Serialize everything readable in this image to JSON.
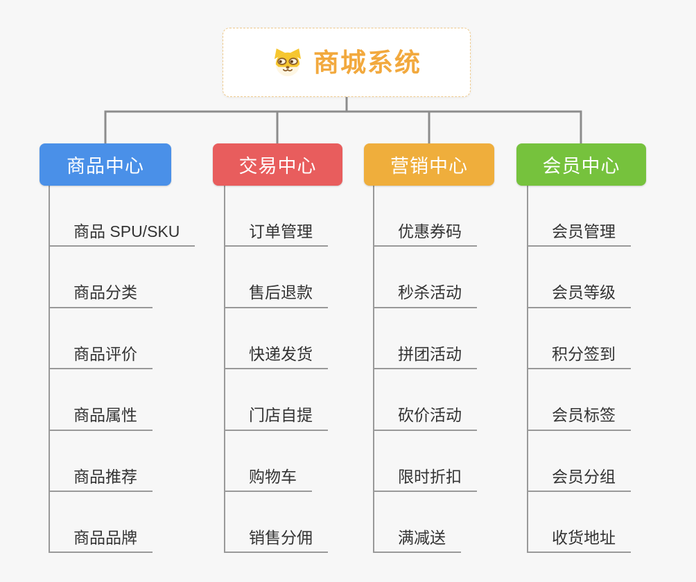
{
  "canvas": {
    "background": "#f7f7f7",
    "connector_color": "#8c8c8c",
    "underline_color": "#999999",
    "item_text_color": "#333333"
  },
  "root": {
    "title": "商城系统",
    "icon": "dog-face-icon",
    "title_color": "#f2a93e",
    "border_color": "#eec98b",
    "background": "#ffffff"
  },
  "branches": [
    {
      "label": "商品中心",
      "color": "#4a90e8",
      "children": [
        "商品 SPU/SKU",
        "商品分类",
        "商品评价",
        "商品属性",
        "商品推荐",
        "商品品牌"
      ]
    },
    {
      "label": "交易中心",
      "color": "#e85d5d",
      "children": [
        "订单管理",
        "售后退款",
        "快递发货",
        "门店自提",
        "购物车",
        "销售分佣"
      ]
    },
    {
      "label": "营销中心",
      "color": "#efae3c",
      "children": [
        "优惠券码",
        "秒杀活动",
        "拼团活动",
        "砍价活动",
        "限时折扣",
        "满减送"
      ]
    },
    {
      "label": "会员中心",
      "color": "#76c23d",
      "children": [
        "会员管理",
        "会员等级",
        "积分签到",
        "会员标签",
        "会员分组",
        "收货地址"
      ]
    }
  ]
}
